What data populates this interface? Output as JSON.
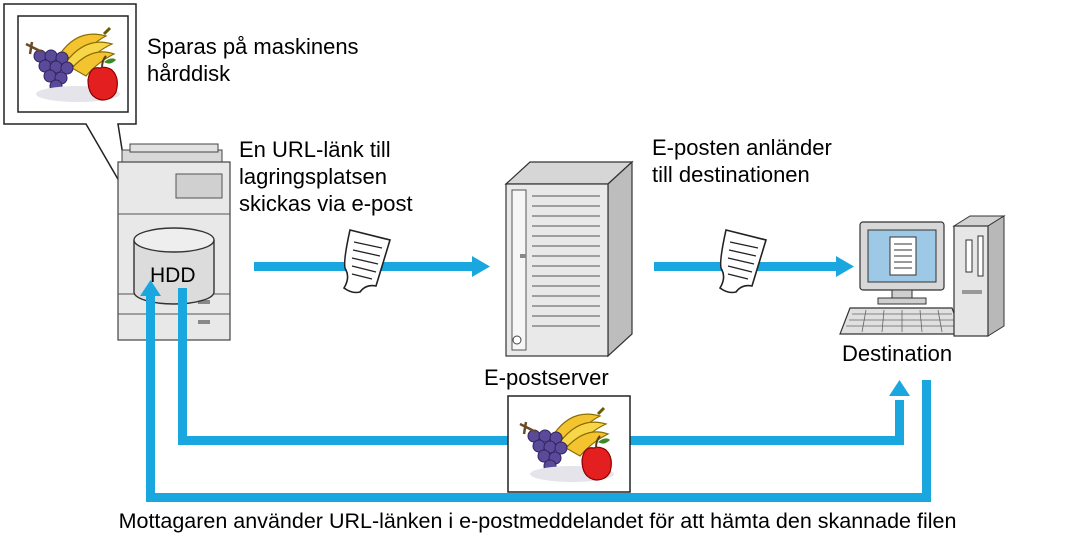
{
  "colors": {
    "arrow": "#1aa7e0",
    "device_body": "#e8e8e8",
    "outline": "#333333"
  },
  "labels": {
    "saved_line1": "Sparas på maskinens",
    "saved_line2": "hårddisk",
    "url_line1": "En URL-länk till",
    "url_line2": "lagringsplatsen",
    "url_line3": "skickas via e-post",
    "arrive_line1": "E-posten anländer",
    "arrive_line2": "till destinationen",
    "hdd": "HDD",
    "server": "E-postserver",
    "destination": "Destination",
    "caption": "Mottagaren använder URL-länken i e-postmeddelandet för att hämta den skannade filen"
  },
  "icons": [
    "image-thumbnail-icon",
    "mfp-printer-icon",
    "hdd-cylinder-icon",
    "email-document-icon",
    "tower-server-icon",
    "desktop-computer-icon"
  ]
}
